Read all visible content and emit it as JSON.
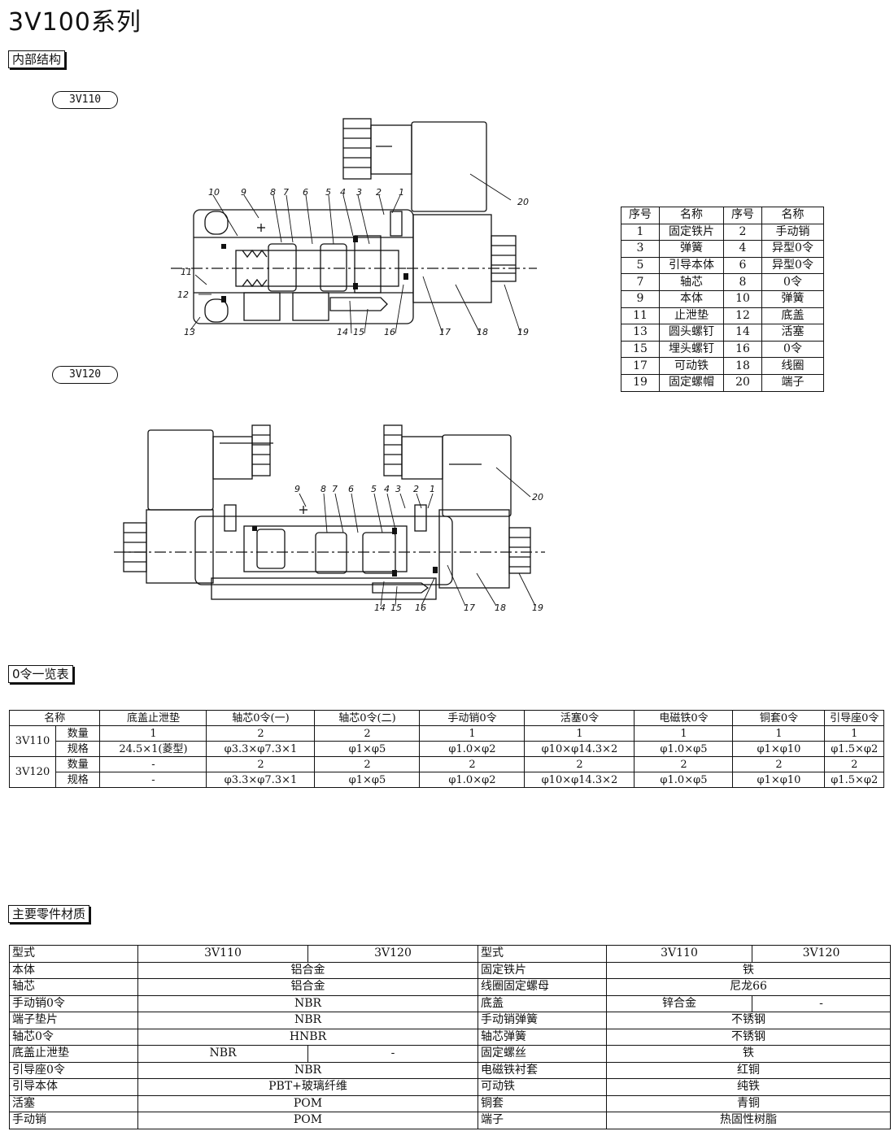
{
  "title": "3V100系列",
  "sections": {
    "internal": "内部结构",
    "oring": "0令一览表",
    "material": "主要零件材质"
  },
  "models": {
    "a": "3V110",
    "b": "3V120"
  },
  "callouts_a": [
    "1",
    "2",
    "3",
    "4",
    "5",
    "6",
    "7",
    "8",
    "9",
    "10",
    "11",
    "12",
    "13",
    "14",
    "15",
    "16",
    "17",
    "18",
    "19",
    "20"
  ],
  "callouts_b": [
    "1",
    "2",
    "3",
    "4",
    "5",
    "6",
    "7",
    "8",
    "9",
    "14",
    "15",
    "16",
    "17",
    "18",
    "19",
    "20"
  ],
  "parts": {
    "headers": [
      "序号",
      "名称",
      "序号",
      "名称"
    ],
    "rows": [
      [
        "1",
        "固定铁片",
        "2",
        "手动销"
      ],
      [
        "3",
        "弹簧",
        "4",
        "异型0令"
      ],
      [
        "5",
        "引导本体",
        "6",
        "异型0令"
      ],
      [
        "7",
        "轴芯",
        "8",
        "0令"
      ],
      [
        "9",
        "本体",
        "10",
        "弹簧"
      ],
      [
        "11",
        "止泄垫",
        "12",
        "底盖"
      ],
      [
        "13",
        "圆头螺钉",
        "14",
        "活塞"
      ],
      [
        "15",
        "埋头螺钉",
        "16",
        "0令"
      ],
      [
        "17",
        "可动铁",
        "18",
        "线圈"
      ],
      [
        "19",
        "固定螺帽",
        "20",
        "端子"
      ]
    ]
  },
  "oring": {
    "header": [
      "名称",
      "底盖止泄垫",
      "轴芯0令(一)",
      "轴芯0令(二)",
      "手动销0令",
      "活塞0令",
      "电磁铁0令",
      "铜套0令",
      "引导座0令"
    ],
    "qty_label": "数量",
    "spec_label": "规格",
    "groups": [
      {
        "model": "3V110",
        "qty": [
          "1",
          "2",
          "2",
          "1",
          "1",
          "1",
          "1",
          "1"
        ],
        "spec": [
          "24.5×1(菱型)",
          "φ3.3×φ7.3×1",
          "φ1×φ5",
          "φ1.0×φ2",
          "φ10×φ14.3×2",
          "φ1.0×φ5",
          "φ1×φ10",
          "φ1.5×φ2"
        ]
      },
      {
        "model": "3V120",
        "qty": [
          "-",
          "2",
          "2",
          "2",
          "2",
          "2",
          "2",
          "2"
        ],
        "spec": [
          "-",
          "φ3.3×φ7.3×1",
          "φ1×φ5",
          "φ1.0×φ2",
          "φ10×φ14.3×2",
          "φ1.0×φ5",
          "φ1×φ10",
          "φ1.5×φ2"
        ]
      }
    ]
  },
  "material": {
    "header": {
      "type": "型式",
      "m1": "3V110",
      "m2": "3V120"
    },
    "left": [
      {
        "name": "本体",
        "v": "铝合金"
      },
      {
        "name": "轴芯",
        "v": "铝合金"
      },
      {
        "name": "手动销0令",
        "v": "NBR"
      },
      {
        "name": "端子垫片",
        "v": "NBR"
      },
      {
        "name": "轴芯0令",
        "v": "HNBR"
      },
      {
        "name": "底盖止泄垫",
        "v1": "NBR",
        "v2": "-"
      },
      {
        "name": "引导座0令",
        "v": "NBR"
      },
      {
        "name": "引导本体",
        "v": "PBT+玻璃纤维"
      },
      {
        "name": "活塞",
        "v": "POM"
      },
      {
        "name": "手动销",
        "v": "POM"
      }
    ],
    "right": [
      {
        "name": "固定铁片",
        "v": "铁"
      },
      {
        "name": "线圈固定螺母",
        "v": "尼龙66"
      },
      {
        "name": "底盖",
        "v1": "锌合金",
        "v2": "-"
      },
      {
        "name": "手动销弹簧",
        "v": "不锈钢"
      },
      {
        "name": "轴芯弹簧",
        "v": "不锈钢"
      },
      {
        "name": "固定螺丝",
        "v": "铁"
      },
      {
        "name": "电磁铁衬套",
        "v": "红铜"
      },
      {
        "name": "可动铁",
        "v": "纯铁"
      },
      {
        "name": "铜套",
        "v": "青铜"
      },
      {
        "name": "端子",
        "v": "热固性树脂"
      }
    ]
  }
}
